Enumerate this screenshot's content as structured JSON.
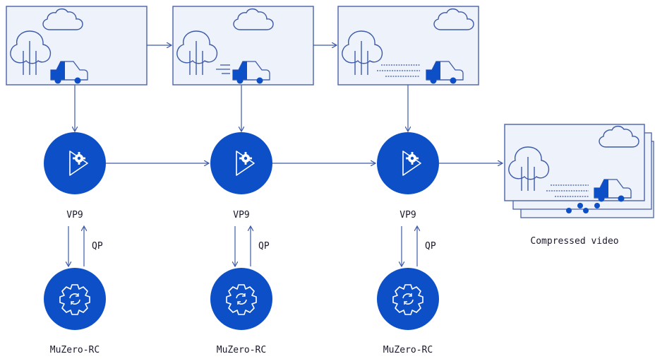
{
  "diagram": {
    "encoder_label": "VP9",
    "feedback_label": "QP",
    "controller_label": "MuZero-RC",
    "output_label": "Compressed video",
    "icons": {
      "frame": "landscape-frame-icon",
      "encoder": "play-gear-icon",
      "controller": "gear-refresh-icon",
      "tree": "tree-icon",
      "cloud": "cloud-icon",
      "car": "car-icon"
    },
    "colors": {
      "primary": "#0d4fc7",
      "line": "#3c5aa8",
      "frame_bg": "#eef2fb",
      "frame_border": "#4a62a8",
      "text": "#1a1a2e"
    }
  }
}
